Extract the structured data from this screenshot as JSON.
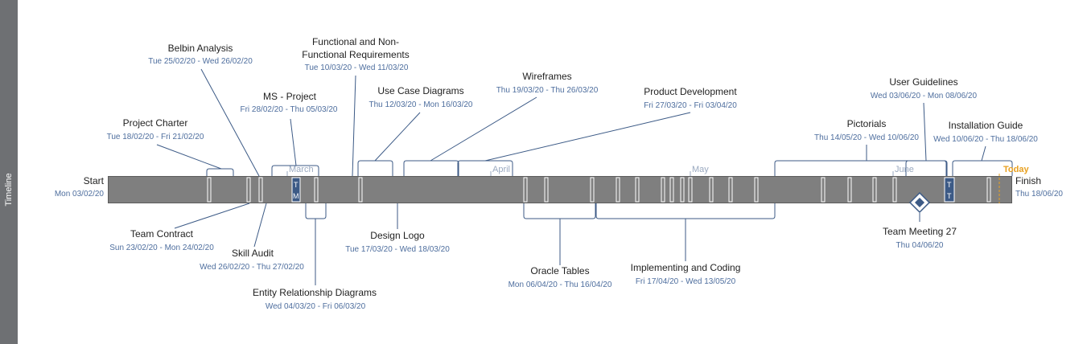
{
  "sidebar": {
    "label": "Timeline"
  },
  "months": [
    "March",
    "April",
    "May",
    "June"
  ],
  "today_label": "Today",
  "start": {
    "name": "Start",
    "date": "Mon 03/02/20"
  },
  "finish": {
    "name": "Finish",
    "date": "Thu 18/06/20"
  },
  "milestone": {
    "name": "Team Meeting 27",
    "date": "Thu 04/06/20"
  },
  "bar_markers": [
    "T",
    "M",
    "T",
    "T"
  ],
  "tasks": [
    {
      "name": "Belbin Analysis",
      "date": "Tue 25/02/20 - Wed 26/02/20"
    },
    {
      "name": "Functional and Non-",
      "name2": "Functional Requirements",
      "date": "Tue 10/03/20 - Wed 11/03/20"
    },
    {
      "name": "MS - Project",
      "date": "Fri 28/02/20 - Thu 05/03/20"
    },
    {
      "name": "Use Case Diagrams",
      "date": "Thu 12/03/20 - Mon 16/03/20"
    },
    {
      "name": "Wireframes",
      "date": "Thu 19/03/20 - Thu 26/03/20"
    },
    {
      "name": "Product Development",
      "date": "Fri 27/03/20 - Fri 03/04/20"
    },
    {
      "name": "Project Charter",
      "date": "Tue 18/02/20 - Fri 21/02/20"
    },
    {
      "name": "User Guidelines",
      "date": "Wed 03/06/20 - Mon 08/06/20"
    },
    {
      "name": "Pictorials",
      "date": "Thu 14/05/20 - Wed 10/06/20"
    },
    {
      "name": "Installation Guide",
      "date": "Wed 10/06/20 - Thu 18/06/20"
    },
    {
      "name": "Team Contract",
      "date": "Sun 23/02/20 - Mon 24/02/20"
    },
    {
      "name": "Skill Audit",
      "date": "Wed 26/02/20 - Thu 27/02/20"
    },
    {
      "name": "Design Logo",
      "date": "Tue 17/03/20 - Wed 18/03/20"
    },
    {
      "name": "Entity Relationship Diagrams",
      "date": "Wed 04/03/20 - Fri 06/03/20"
    },
    {
      "name": "Oracle Tables",
      "date": "Mon 06/04/20 - Thu 16/04/20"
    },
    {
      "name": "Implementing and Coding",
      "date": "Fri 17/04/20 - Wed 13/05/20"
    }
  ]
}
